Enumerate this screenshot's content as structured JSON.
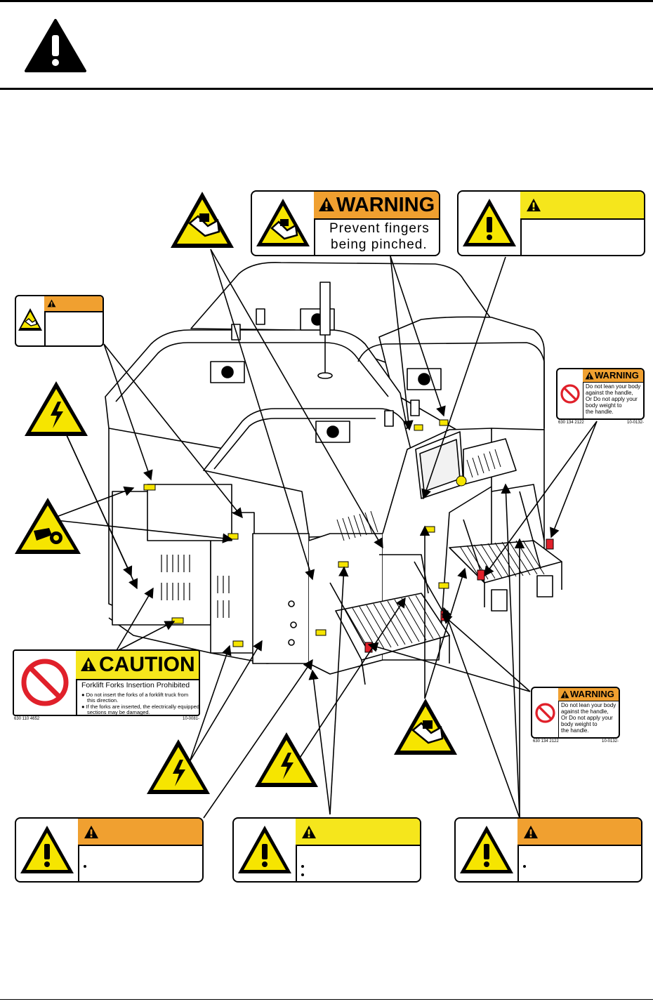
{
  "labels": {
    "warning_pinch": {
      "signal": "WARNING",
      "line1": "Prevent fingers",
      "line2": "being pinched."
    },
    "caution_forklift": {
      "signal": "CAUTION",
      "title": "Forklift Forks Insertion Prohibited",
      "bullet1": "Do not insert the forks of a forklift truck from",
      "bullet1b": "this direction.",
      "bullet2": "If the forks are inserted, the electrically equipped",
      "bullet2b": "sections may be damaged.",
      "part_no": "630 110 4652",
      "ref": "10-0081-"
    },
    "warning_handle_upper": {
      "signal": "WARNING",
      "line1": "Do not lean your body",
      "line2": "against the handle,",
      "line3": "Or Do not apply your",
      "line4": "body weight to",
      "line5": "the handle.",
      "part_no": "630 134 2122",
      "ref": "10-0132-"
    },
    "warning_handle_lower": {
      "signal": "WARNING",
      "line1": "Do not lean your body",
      "line2": "against the handle,",
      "line3": "Or Do not apply your",
      "line4": "body weight to",
      "line5": "the handle.",
      "part_no": "630 134 2122",
      "ref": "10-0132-"
    }
  },
  "colors": {
    "warning_orange": "#f0a030",
    "caution_yellow": "#f5e61c",
    "hazard_yellow": "#f6e500",
    "prohibit_red": "#e0202a"
  },
  "icons": [
    "general-warning-icon",
    "electric-shock-icon",
    "hand-pinch-icon",
    "hand-roller-icon",
    "prohibition-icon"
  ]
}
